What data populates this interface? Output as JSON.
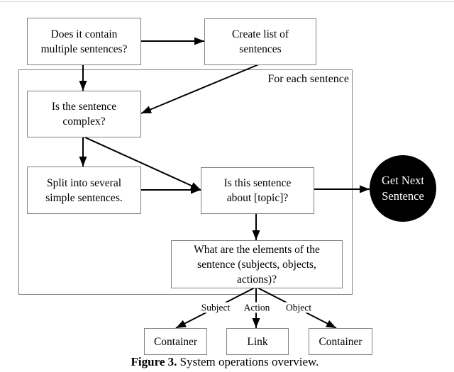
{
  "colors": {
    "box_border": "#828282",
    "container_border": "#808080",
    "arrow": "#000000",
    "circle_fill": "#000000",
    "circle_text": "#ffffff",
    "top_rule": "#c9c9c9"
  },
  "flowchart": {
    "loop_label": "For each sentence",
    "nodes": {
      "multiple_sentences": {
        "lines": [
          "Does it contain",
          "multiple sentences?"
        ]
      },
      "create_list": {
        "lines": [
          "Create list of",
          "sentences"
        ]
      },
      "is_complex": {
        "lines": [
          "Is the sentence",
          "complex?"
        ]
      },
      "split": {
        "lines": [
          "Split into several",
          "simple sentences."
        ]
      },
      "about_topic": {
        "lines": [
          "Is this sentence",
          "about [topic]?"
        ]
      },
      "elements": {
        "lines": [
          "What are the elements of the",
          "sentence (subjects, objects,",
          "actions)?"
        ]
      },
      "get_next": {
        "lines": [
          "Get Next",
          "Sentence"
        ]
      },
      "container_left": {
        "label": "Container"
      },
      "link": {
        "label": "Link"
      },
      "container_right": {
        "label": "Container"
      }
    },
    "edge_labels": {
      "subject": "Subject",
      "action": "Action",
      "object": "Object"
    }
  },
  "caption": {
    "label": "Figure 3.",
    "text": "System operations overview."
  }
}
